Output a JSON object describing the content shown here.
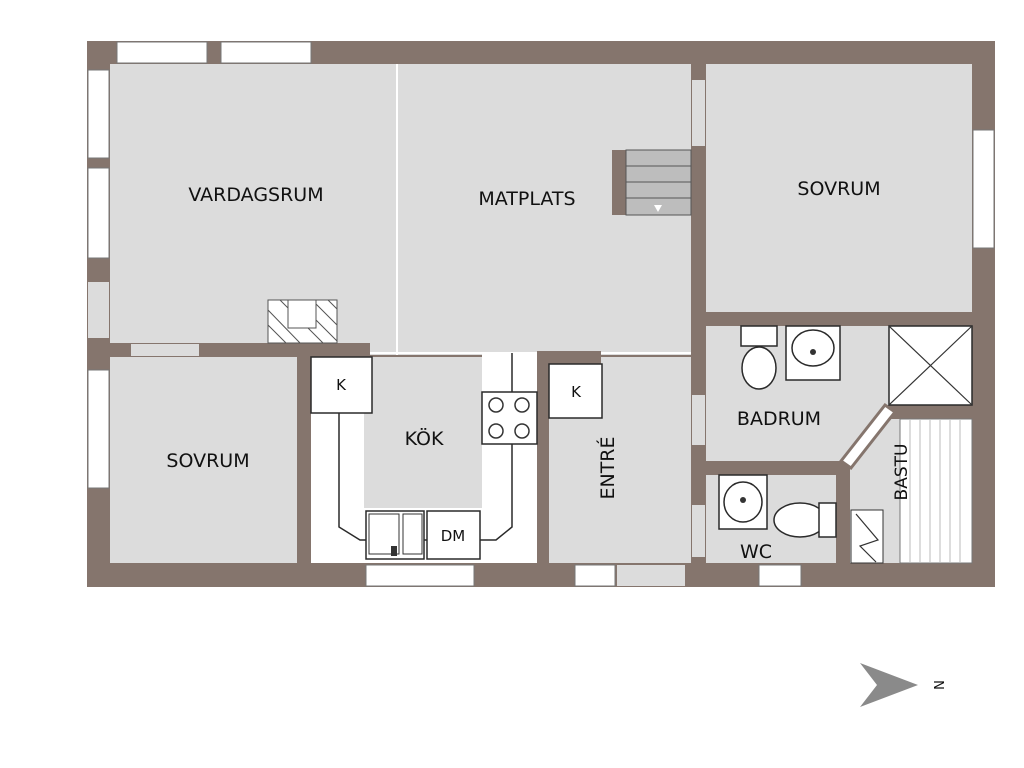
{
  "rooms": {
    "vardagsrum": "VARDAGSRUM",
    "matplats": "MATPLATS",
    "sovrum_right": "SOVRUM",
    "sovrum_left": "SOVRUM",
    "kok": "KÖK",
    "entre": "ENTRÉ",
    "badrum": "BADRUM",
    "bastu": "BASTU",
    "wc": "WC"
  },
  "fixtures": {
    "kok_k": "K",
    "entre_k": "K",
    "dm": "DM"
  },
  "compass": {
    "label": "N"
  },
  "colors": {
    "wall": "#85756d",
    "floor": "#dcdcdc",
    "fixture": "#ffffff",
    "compass": "#8a8a8a"
  }
}
